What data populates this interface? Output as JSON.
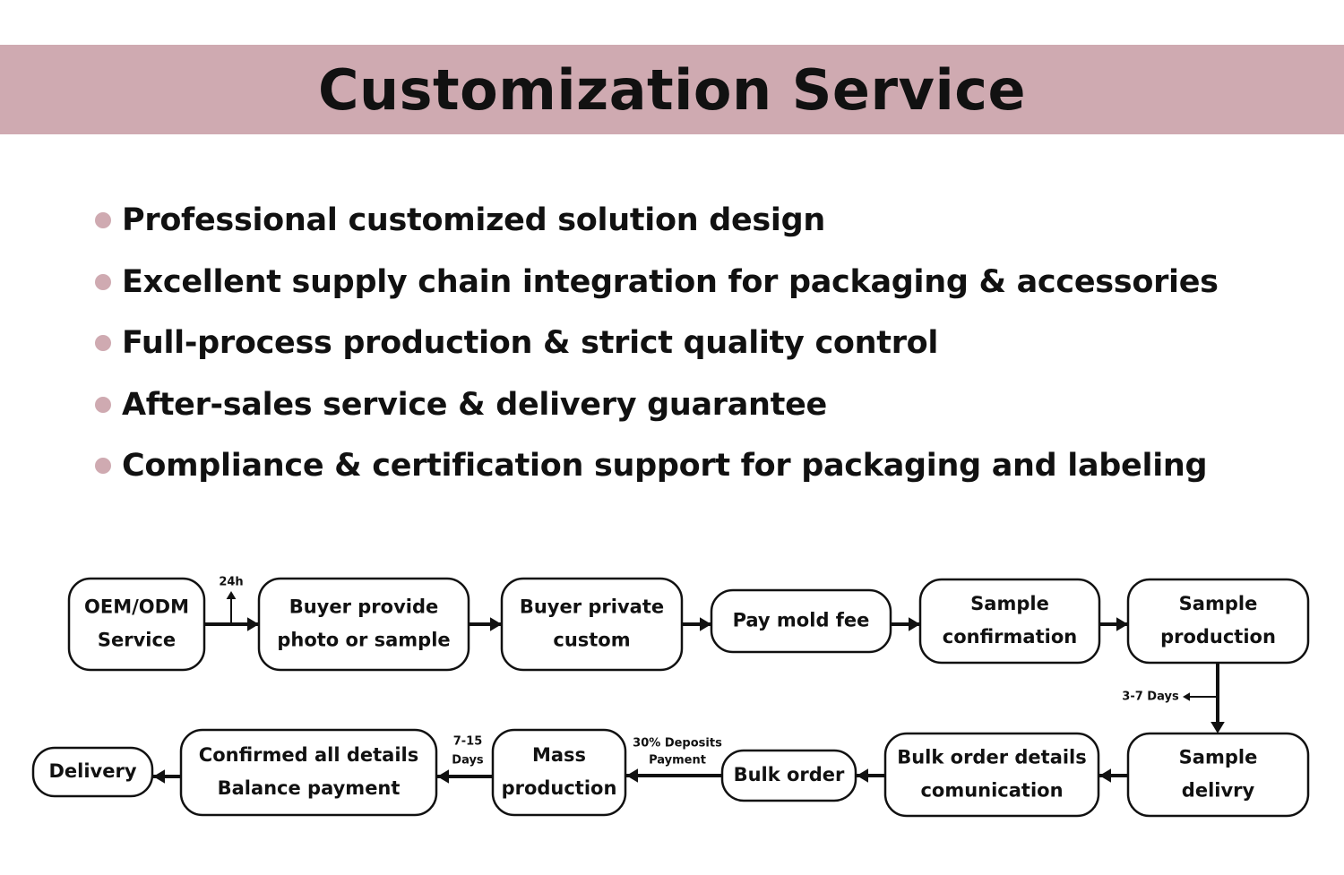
{
  "title": "Customization Service",
  "accent_color": "#cfaab1",
  "bullets": [
    "Professional customized solution design",
    "Excellent supply chain integration for packaging & accessories",
    "Full-process production & strict quality control",
    "After-sales service & delivery guarantee",
    "Compliance & certification support for packaging and labeling"
  ],
  "flow": {
    "steps": [
      {
        "id": "oem",
        "lines": [
          "OEM/ODM",
          "Service"
        ]
      },
      {
        "id": "buyer-provide",
        "lines": [
          "Buyer provide",
          "photo or sample"
        ]
      },
      {
        "id": "buyer-private",
        "lines": [
          "Buyer private",
          "custom"
        ]
      },
      {
        "id": "pay-mold",
        "lines": [
          "Pay mold fee"
        ]
      },
      {
        "id": "sample-confirmation",
        "lines": [
          "Sample",
          "confirmation"
        ]
      },
      {
        "id": "sample-production",
        "lines": [
          "Sample",
          "production"
        ]
      },
      {
        "id": "sample-delivry",
        "lines": [
          "Sample",
          "delivry"
        ]
      },
      {
        "id": "bulk-details",
        "lines": [
          "Bulk order details",
          "comunication"
        ]
      },
      {
        "id": "bulk-order",
        "lines": [
          "Bulk order"
        ]
      },
      {
        "id": "mass-production",
        "lines": [
          "Mass",
          "production"
        ]
      },
      {
        "id": "confirmed-details",
        "lines": [
          "Confirmed all details",
          "Balance payment"
        ]
      },
      {
        "id": "delivery",
        "lines": [
          "Delivery"
        ]
      }
    ],
    "notes": {
      "first_response": "24h",
      "sample_time": "3-7 Days",
      "deposit": [
        "30% Deposits",
        "Payment"
      ],
      "mass_time": [
        "7-15",
        "Days"
      ]
    }
  }
}
